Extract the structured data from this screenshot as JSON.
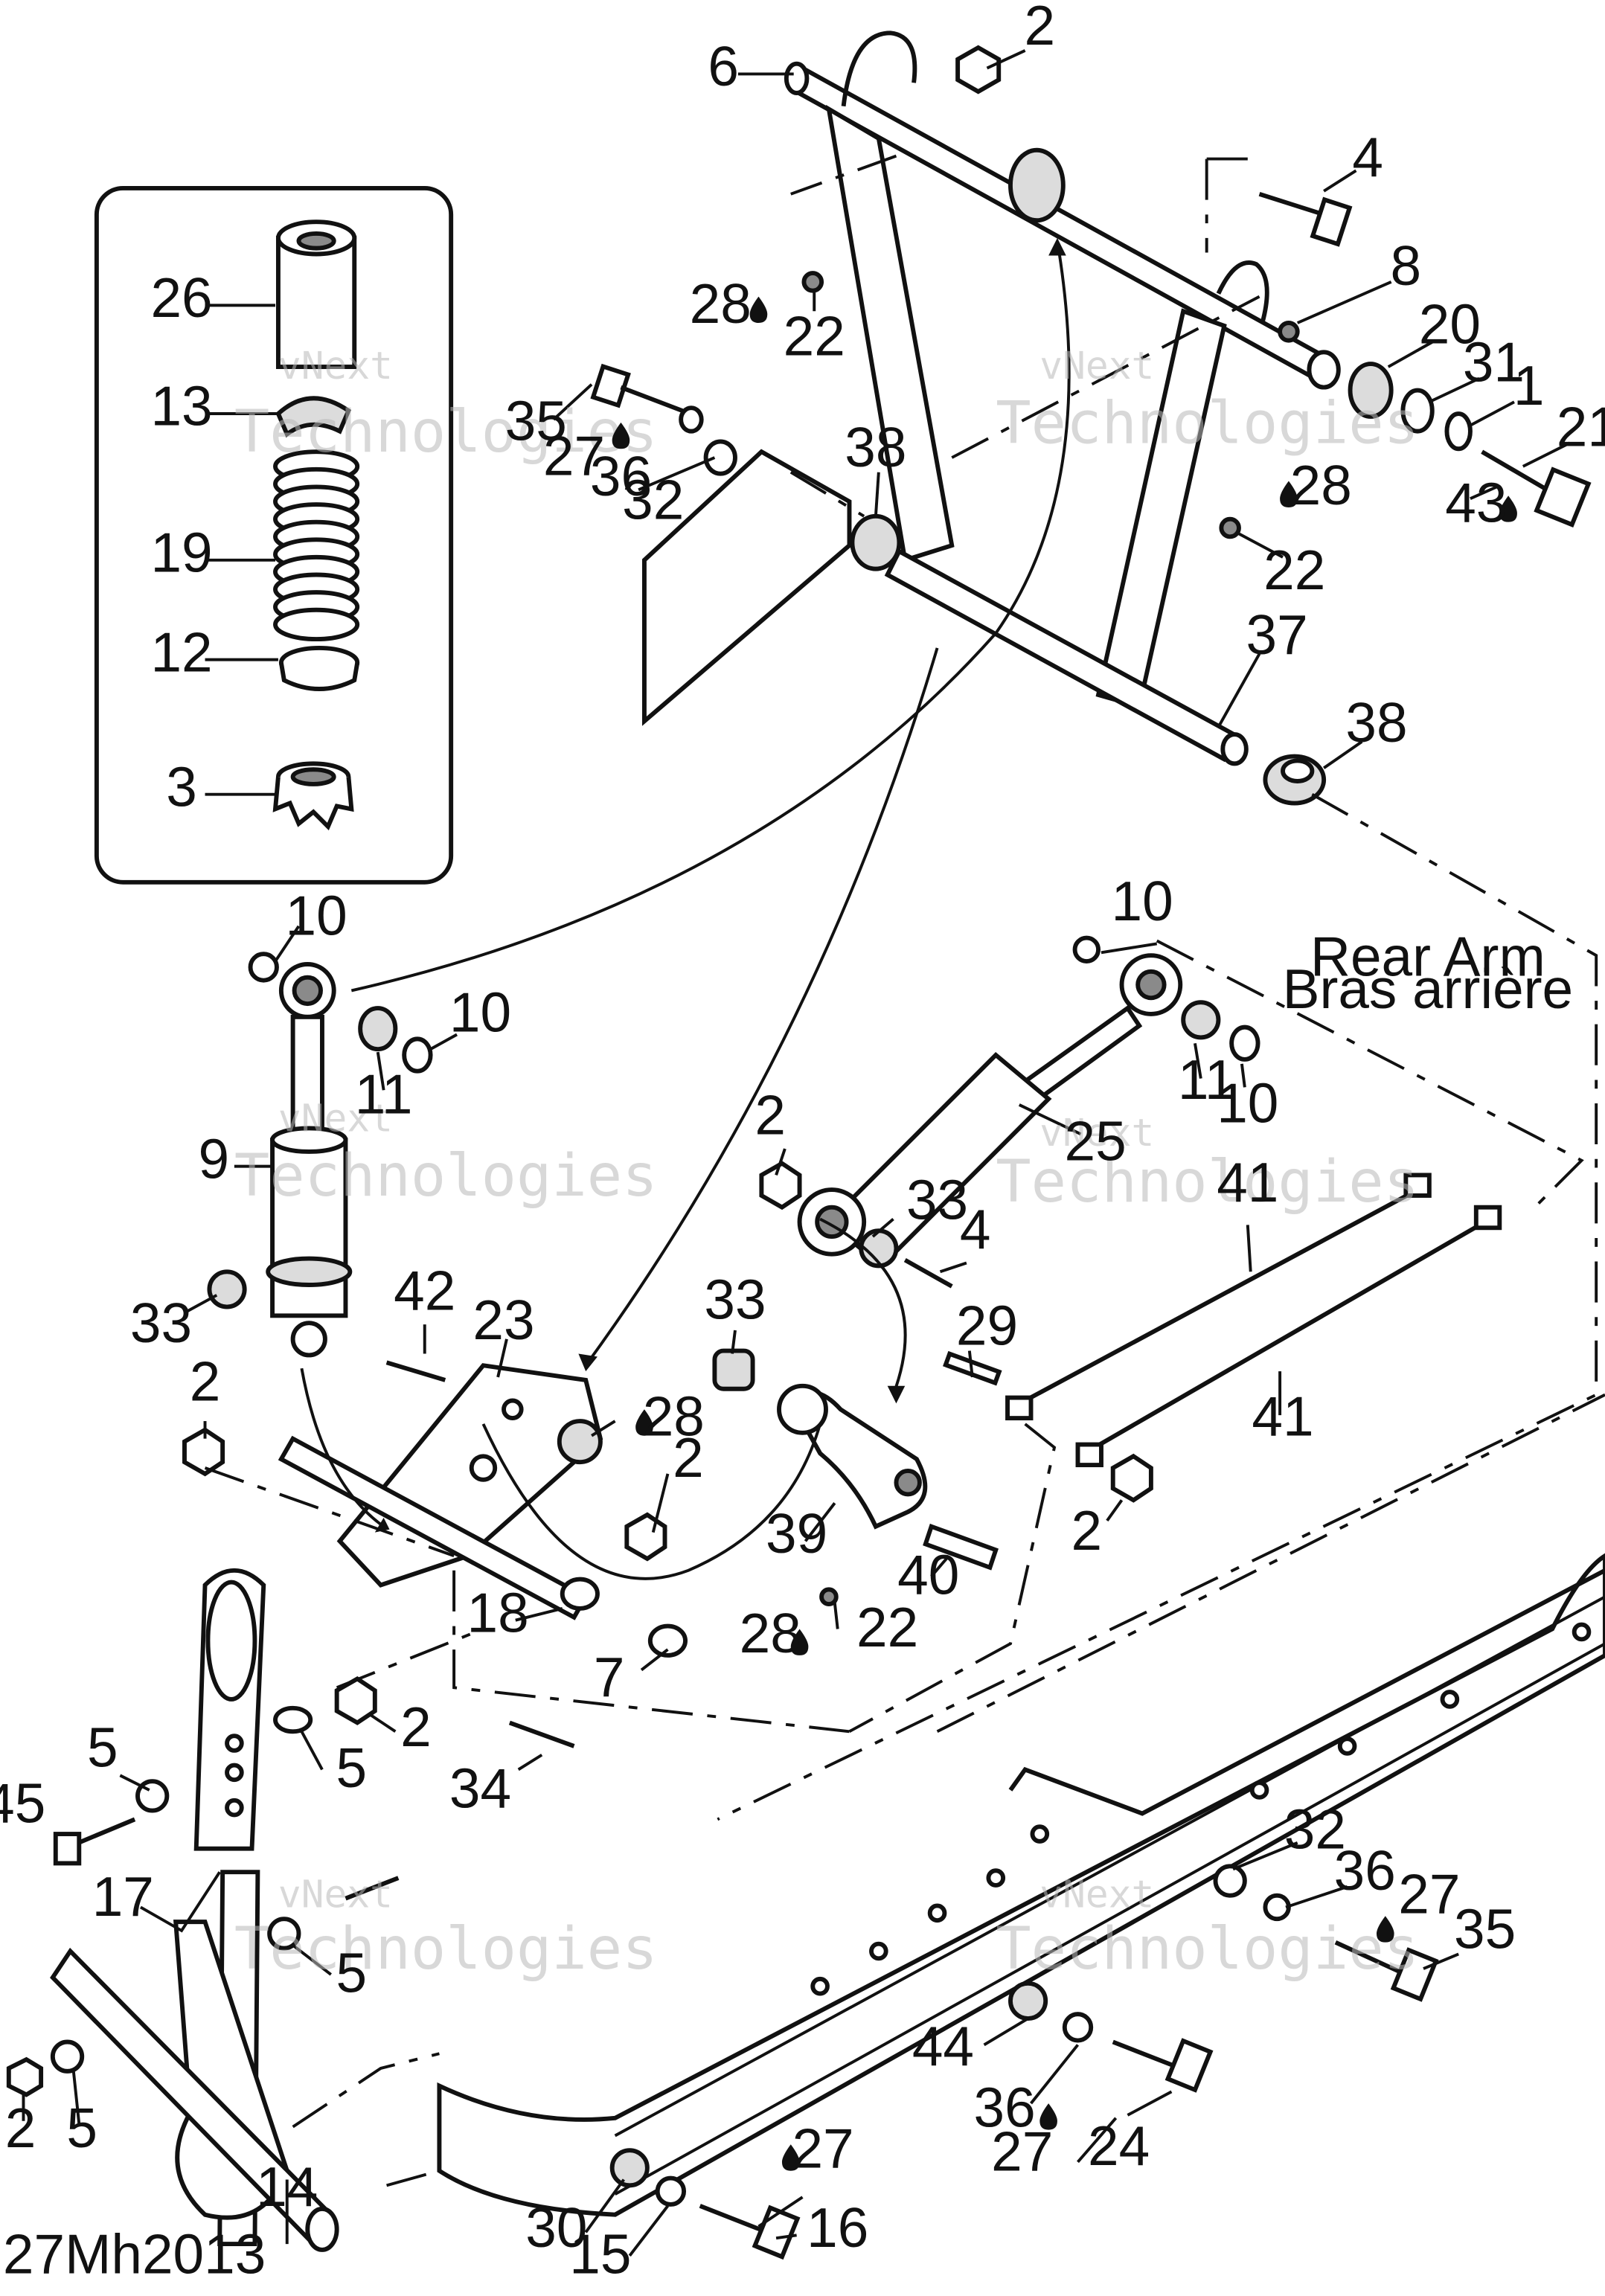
{
  "diagram": {
    "code": "27Mh2013",
    "rear_arm_label": [
      "Rear Arm",
      "Bras arrière"
    ],
    "watermark": [
      "vNext",
      "Technologies"
    ],
    "callouts": [
      "6",
      "2",
      "4",
      "8",
      "20",
      "31",
      "1",
      "21",
      "43",
      "28",
      "22",
      "35",
      "27",
      "36",
      "32",
      "38",
      "28",
      "22",
      "37",
      "38",
      "26",
      "13",
      "19",
      "12",
      "3",
      "10",
      "10",
      "11",
      "9",
      "33",
      "10",
      "11",
      "10",
      "25",
      "2",
      "33",
      "4",
      "41",
      "41",
      "29",
      "2",
      "42",
      "23",
      "28",
      "2",
      "2",
      "18",
      "7",
      "34",
      "33",
      "39",
      "40",
      "28",
      "22",
      "5",
      "45",
      "5",
      "2",
      "17",
      "5",
      "2",
      "5",
      "14",
      "32",
      "36",
      "27",
      "35",
      "44",
      "36",
      "27",
      "24",
      "27",
      "30",
      "15",
      "16"
    ]
  }
}
